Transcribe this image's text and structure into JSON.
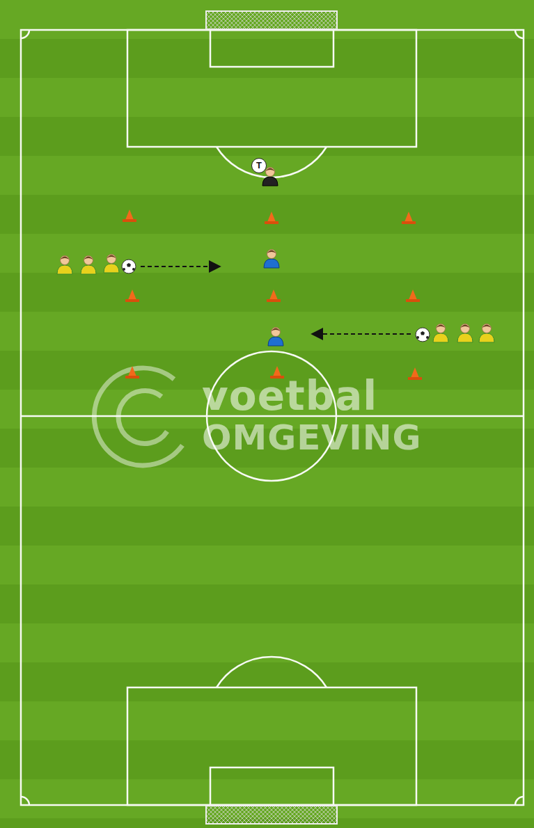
{
  "diagram": {
    "labels": [
      "T",
      "voetbal",
      "OMGEVING"
    ]
  }
}
